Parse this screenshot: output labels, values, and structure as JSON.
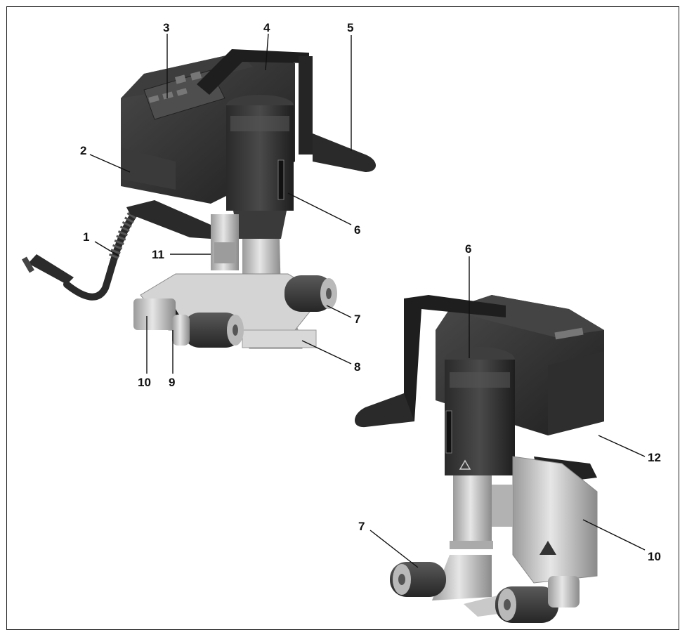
{
  "diagram": {
    "callouts": [
      {
        "id": "c1",
        "label": "1"
      },
      {
        "id": "c2",
        "label": "2"
      },
      {
        "id": "c3",
        "label": "3"
      },
      {
        "id": "c4",
        "label": "4"
      },
      {
        "id": "c5",
        "label": "5"
      },
      {
        "id": "c6a",
        "label": "6"
      },
      {
        "id": "c6b",
        "label": "6"
      },
      {
        "id": "c7a",
        "label": "7"
      },
      {
        "id": "c7b",
        "label": "7"
      },
      {
        "id": "c8",
        "label": "8"
      },
      {
        "id": "c9",
        "label": "9"
      },
      {
        "id": "c10a",
        "label": "10"
      },
      {
        "id": "c10b",
        "label": "10"
      },
      {
        "id": "c11",
        "label": "11"
      },
      {
        "id": "c12",
        "label": "12"
      }
    ],
    "colors": {
      "housing_dark": "#2b2b2b",
      "housing_mid": "#3a3a3a",
      "housing_light": "#555555",
      "metal": "#bdbdbd",
      "metal_light": "#dedede",
      "rubber": "#444444",
      "line": "#111111"
    }
  }
}
